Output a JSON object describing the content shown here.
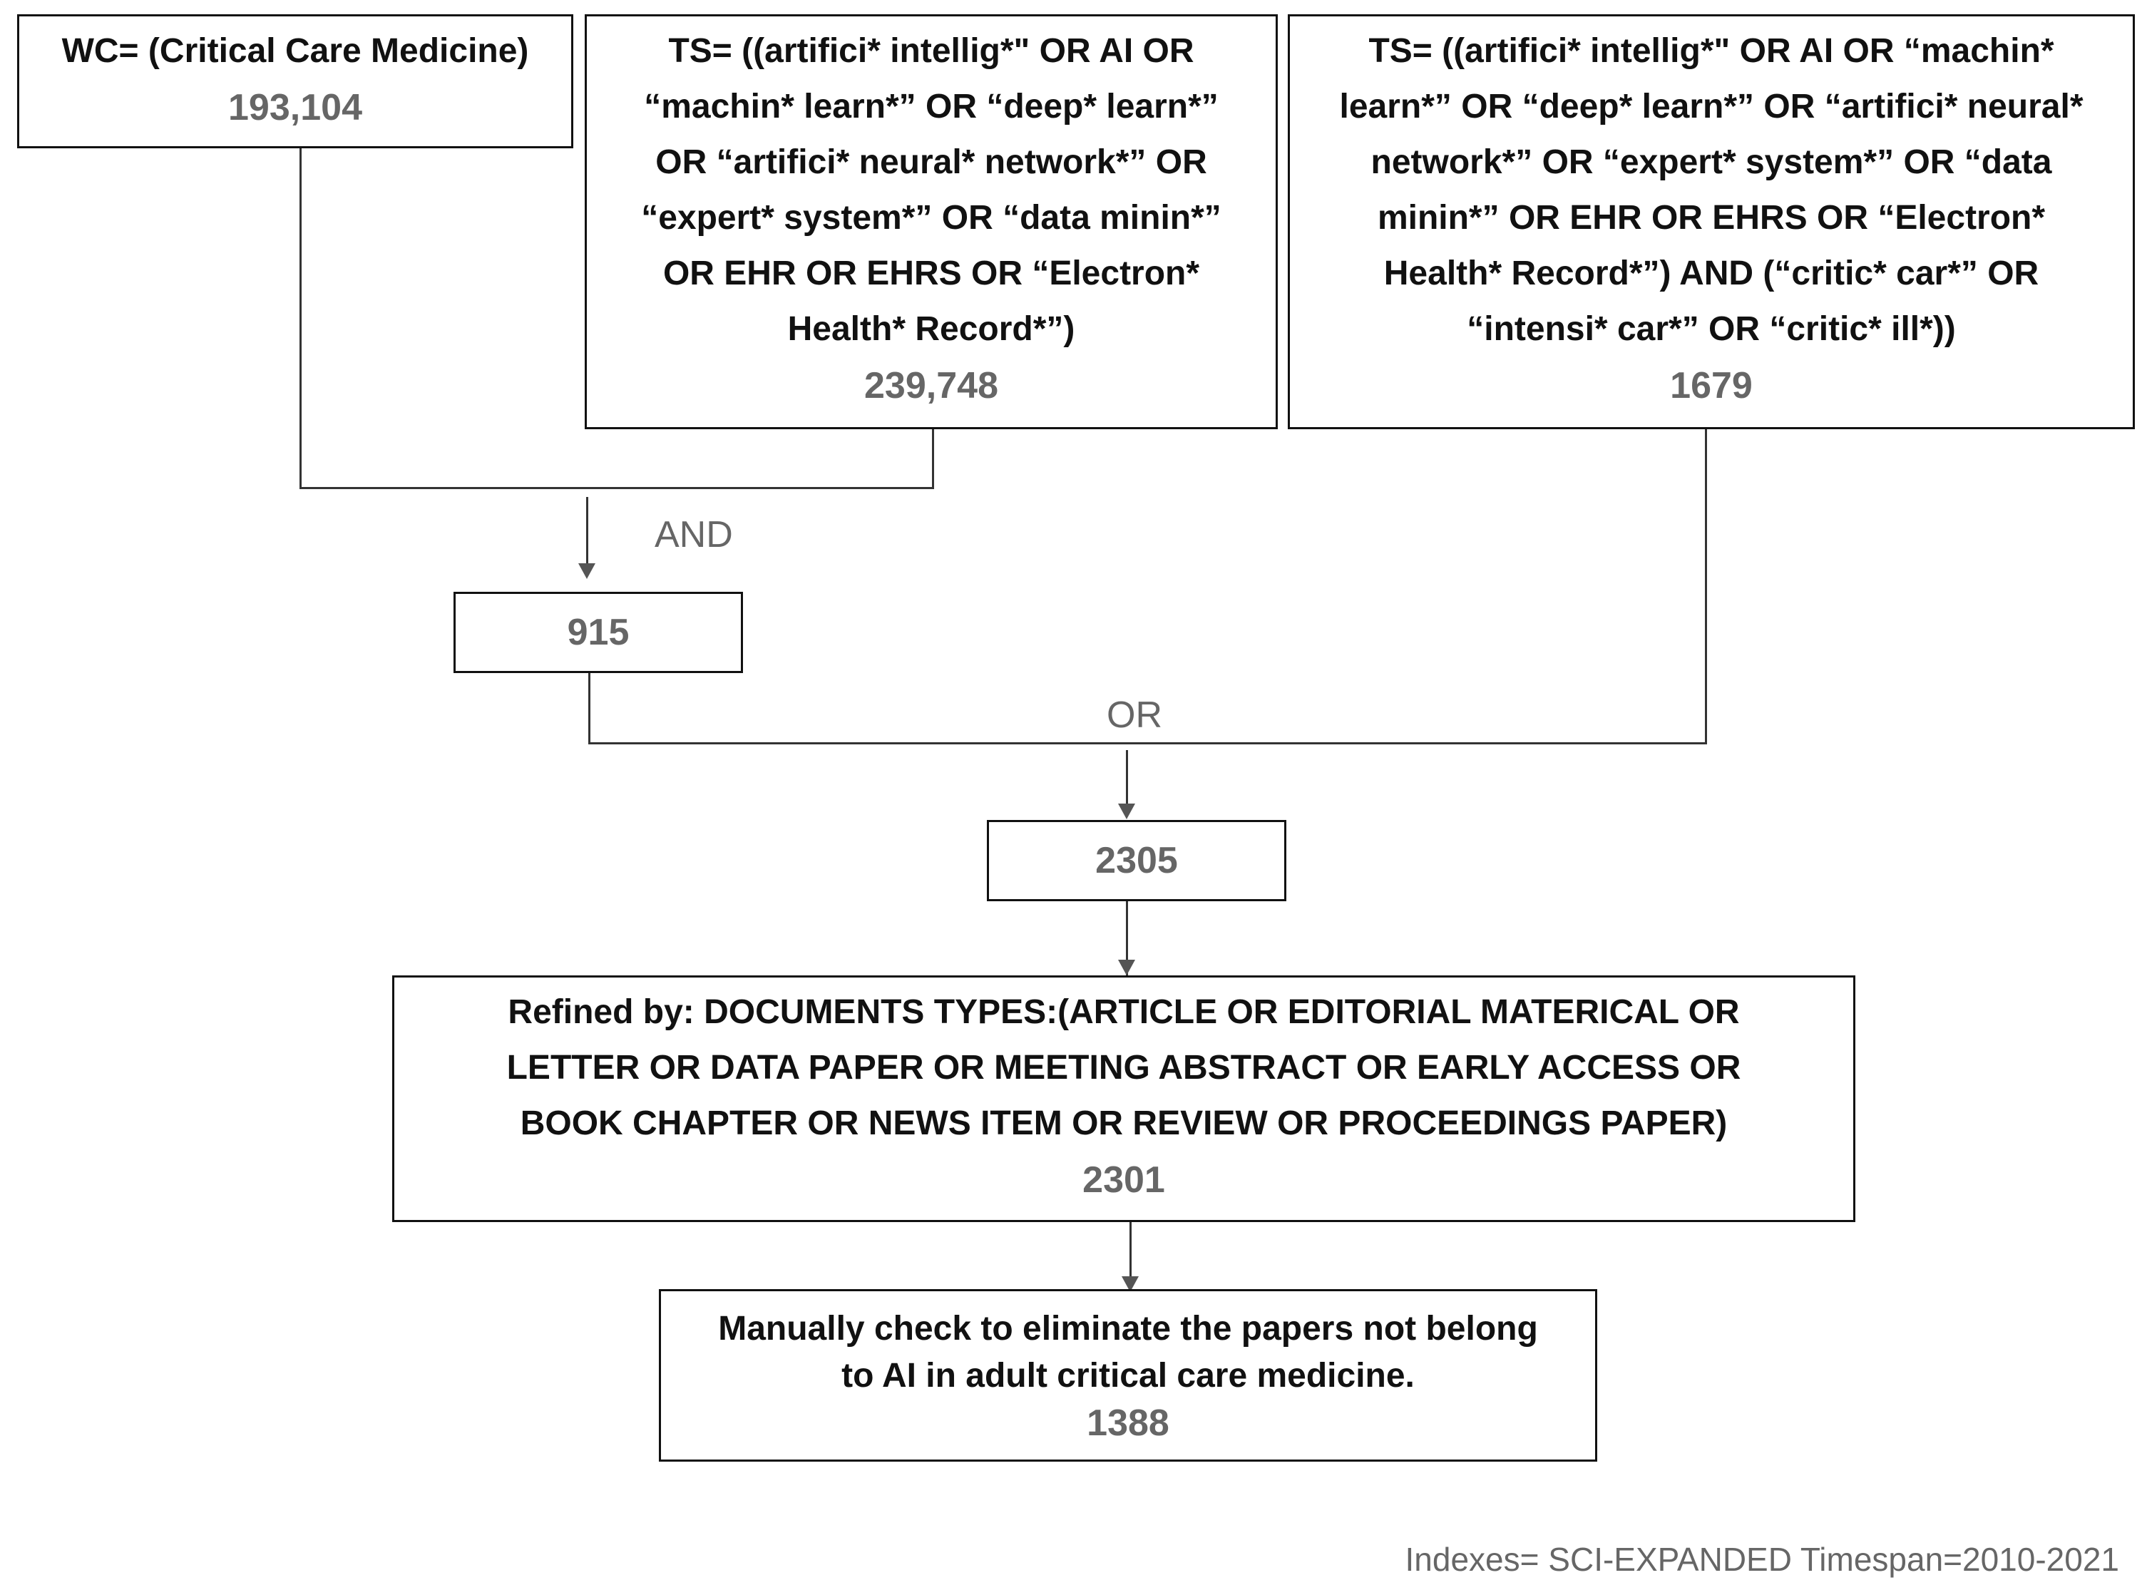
{
  "boxes": {
    "wc": {
      "query": "WC= (Critical Care Medicine)",
      "count": "193,104"
    },
    "ts1": {
      "query_lines": [
        "TS= ((artifici* intellig*\" OR AI OR",
        "“machin* learn*” OR “deep* learn*”",
        "OR “artifici* neural* network*” OR",
        "“expert* system*” OR “data minin*”",
        "OR EHR OR EHRS OR “Electron*",
        "Health* Record*”)"
      ],
      "count": "239,748"
    },
    "ts2": {
      "query_lines": [
        "TS= ((artifici* intellig*\" OR AI OR “machin*",
        "learn*” OR “deep* learn*” OR “artifici* neural*",
        "network*” OR “expert* system*” OR “data",
        "minin*” OR EHR OR EHRS OR “Electron*",
        "Health* Record*”) AND (“critic* car*” OR",
        "“intensi* car*” OR “critic* ill*))"
      ],
      "count": "1679"
    },
    "and_result": {
      "count": "915"
    },
    "or_result": {
      "count": "2305"
    },
    "refined": {
      "query_lines": [
        "Refined by: DOCUMENTS TYPES:(ARTICLE OR EDITORIAL MATERICAL OR",
        "LETTER OR DATA PAPER OR MEETING ABSTRACT OR EARLY ACCESS OR",
        "BOOK CHAPTER OR NEWS ITEM OR REVIEW OR PROCEEDINGS PAPER)"
      ],
      "count": "2301"
    },
    "manual": {
      "query_lines": [
        "Manually check to eliminate the papers not belong",
        "to AI in adult critical care medicine."
      ],
      "count": "1388"
    }
  },
  "operators": {
    "and": "AND",
    "or": "OR"
  },
  "footer": "Indexes= SCI-EXPANDED Timespan=2010-2021"
}
